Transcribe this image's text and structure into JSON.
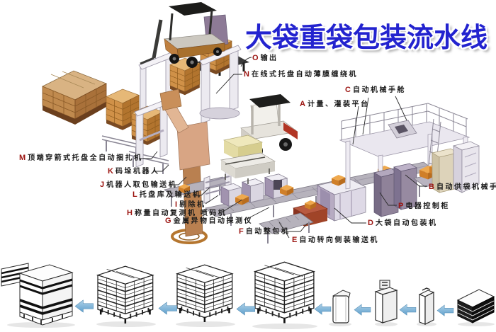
{
  "title": "大袋重袋包装流水线",
  "labels": [
    {
      "letter": "O",
      "text": "输出"
    },
    {
      "letter": "N",
      "text": "在线式托盘自动薄膜缠绕机"
    },
    {
      "letter": "C",
      "text": "自动机械手舱"
    },
    {
      "letter": "A",
      "text": "计量、灌装平台"
    },
    {
      "letter": "M",
      "text": "顶端穿箭式托盘全自动捆扎机"
    },
    {
      "letter": "K",
      "text": "码垛机器人"
    },
    {
      "letter": "J",
      "text": "机器人取包输送机"
    },
    {
      "letter": "L",
      "text": "托盘库及输送机"
    },
    {
      "letter": "I",
      "text": "剔除机"
    },
    {
      "letter": "H",
      "text": "称量自动复测机 喷码机"
    },
    {
      "letter": "G",
      "text": "金属异物自动探测仪"
    },
    {
      "letter": "F",
      "text": "自动整包机"
    },
    {
      "letter": "E",
      "text": "自动转向侧装输送机"
    },
    {
      "letter": "D",
      "text": "大袋自动包装机"
    },
    {
      "letter": "P",
      "text": "电器控制柜"
    },
    {
      "letter": "B",
      "text": "自动供袋机械手"
    }
  ],
  "flow": {
    "arrow_count": 7,
    "direction": "left"
  },
  "colors": {
    "title_blue": "#2323cf",
    "label_letter_red": "#9b1410",
    "label_text": "#1c1c1c",
    "bag_tan": "#d09148",
    "bag_orange": "#d07f28",
    "machine_purple": "#a193af",
    "arrow_blue": "#5f9fcc",
    "background": "#ffffff"
  }
}
